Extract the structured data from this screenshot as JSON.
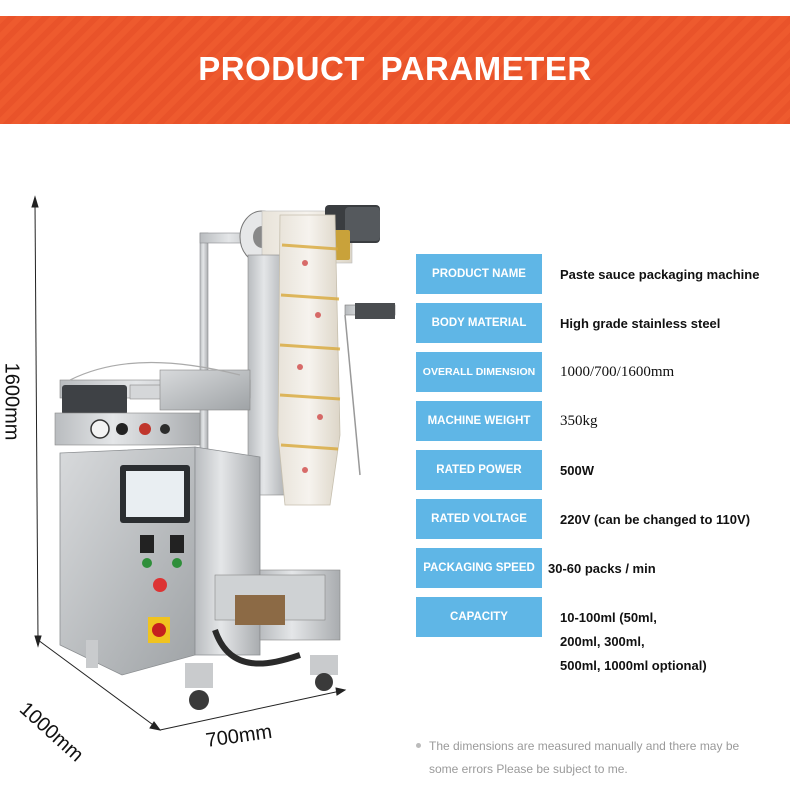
{
  "header": {
    "title": "PRODUCT  PARAMETER"
  },
  "dimensions": {
    "height_label": "1600mm",
    "depth_label": "1000mm",
    "width_label": "700mm"
  },
  "parameters": [
    {
      "label": "PRODUCT NAME",
      "value": "Paste sauce packaging machine"
    },
    {
      "label": "BODY MATERIAL",
      "value": "High grade stainless steel"
    },
    {
      "label": "OVERALL DIMENSION",
      "value": "1000/700/1600mm"
    },
    {
      "label": "MACHINE WEIGHT",
      "value": "350kg"
    },
    {
      "label": "RATED POWER",
      "value": "500W"
    },
    {
      "label": "RATED VOLTAGE",
      "value": "220V (can be changed to 110V)"
    },
    {
      "label": "PACKAGING SPEED",
      "value": "30-60 packs / min"
    },
    {
      "label": "CAPACITY",
      "value_lines": [
        "10-100ml (50ml,",
        "200ml, 300ml,",
        "500ml, 1000ml optional)"
      ]
    }
  ],
  "note": {
    "line1": "The dimensions are measured manually and there may be",
    "line2": "some errors Please be subject to me."
  },
  "colors": {
    "banner": "#ee5a2e",
    "label_bg": "#5fb6e6",
    "note_text": "#9a9a9a"
  }
}
